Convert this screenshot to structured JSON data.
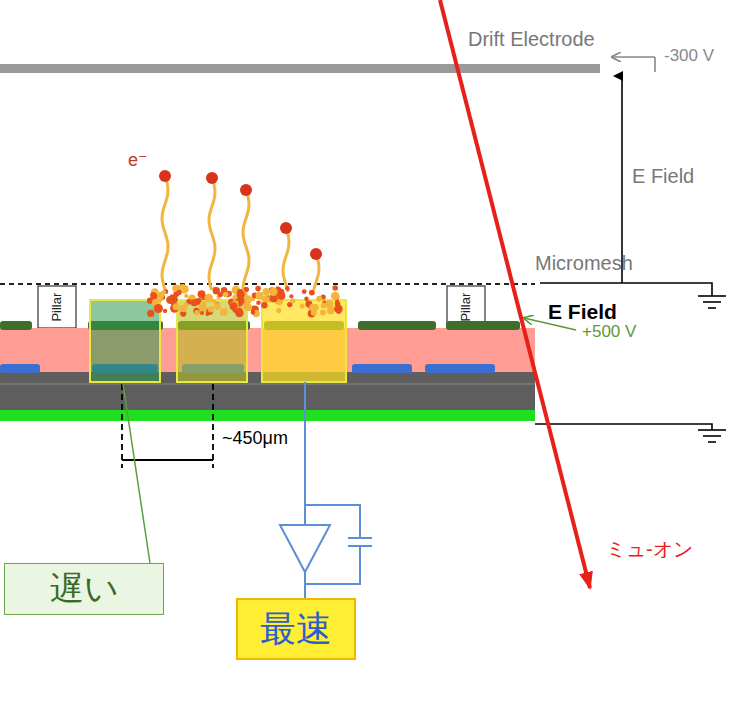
{
  "diagram": {
    "nodes": [
      {
        "text": [
          "Pillar"
        ]
      },
      {
        "text": [
          "Pillar"
        ]
      },
      {
        "text": [
          "遅い"
        ]
      },
      {
        "text": [
          "最速"
        ]
      }
    ],
    "labels": [
      "Drift Electrode",
      "-300 V",
      "E Field",
      "Micromesh",
      "E Field",
      "+500 V",
      "~450μm",
      "e⁻",
      "ミュ-オン"
    ]
  }
}
